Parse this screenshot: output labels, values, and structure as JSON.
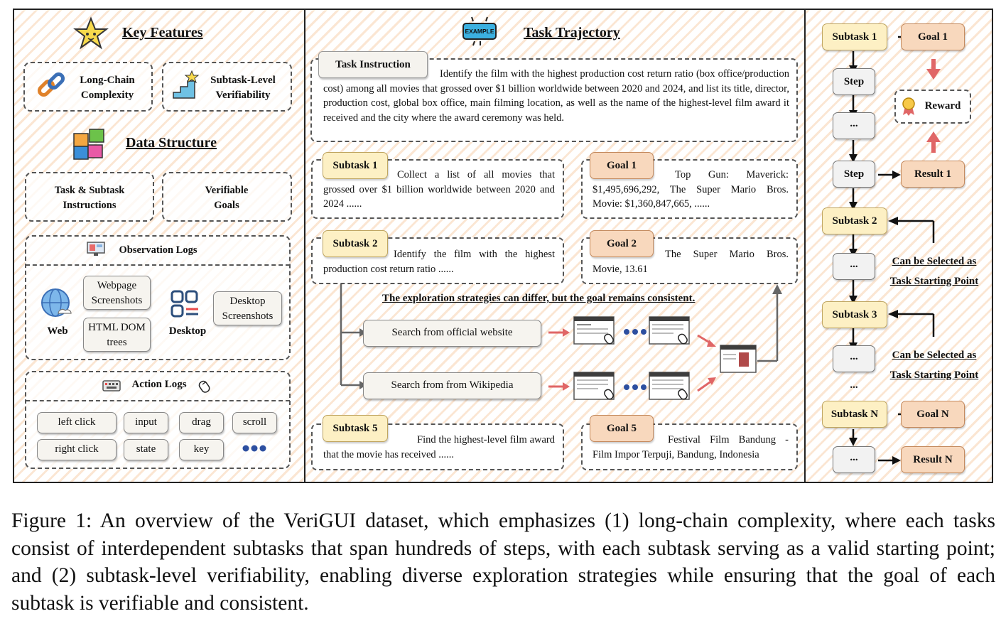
{
  "left": {
    "key_features_title": "Key Features",
    "feature_1": "Long-Chain Complexity",
    "feature_2": "Subtask-Level Verifiability",
    "data_structure_title": "Data Structure",
    "ds_1": "Task & Subtask Instructions",
    "ds_2": "Verifiable Goals",
    "observation_title": "Observation Logs",
    "web_label": "Web",
    "desktop_label": "Desktop",
    "webpage_screenshots": "Webpage Screenshots",
    "html_dom": "HTML DOM trees",
    "desktop_screenshots": "Desktop Screenshots",
    "action_title": "Action Logs",
    "actions": [
      "left click",
      "input",
      "drag",
      "scroll",
      "right click",
      "state",
      "key"
    ]
  },
  "middle": {
    "example_badge": "EXAMPLE",
    "title": "Task Trajectory",
    "task_instruction_label": "Task Instruction",
    "task_instruction_text": "Identify the film with the highest production cost return ratio (box office/production cost) among all movies that grossed over $1 billion worldwide between 2020 and 2024, and list its title, director, production cost, global box office, main filming location, as well as the name of the highest-level film award it received and the city where the award ceremony was held.",
    "subtask1_label": "Subtask 1",
    "subtask1_text": "Collect a list of all movies that grossed over $1 billion worldwide between 2020 and 2024 ......",
    "goal1_label": "Goal 1",
    "goal1_text": "Top Gun: Maverick: $1,495,696,292, The Super Mario Bros. Movie: $1,360,847,665, ......",
    "subtask2_label": "Subtask 2",
    "subtask2_text": "Identify the film with the highest production cost return ratio ......",
    "goal2_label": "Goal 2",
    "goal2_text": "The Super Mario Bros. Movie, 13.61",
    "strategy_note": "The exploration strategies can differ, but the goal remains consistent.",
    "strategy_1": "Search from official website",
    "strategy_2": "Search from from Wikipedia",
    "subtask5_label": "Subtask 5",
    "subtask5_text": "Find the highest-level film award that the movie has received ......",
    "goal5_label": "Goal 5",
    "goal5_text": "Festival Film Bandung - Film Impor Terpuji, Bandung, Indonesia"
  },
  "right": {
    "subtask1": "Subtask 1",
    "goal1": "Goal 1",
    "step": "Step",
    "ellipsis": "...",
    "reward": "Reward",
    "result1": "Result 1",
    "subtask2": "Subtask 2",
    "selectable": "Can be Selected as Task Starting Point",
    "subtask3": "Subtask 3",
    "subtaskN": "Subtask N",
    "goalN": "Goal N",
    "resultN": "Result N"
  },
  "caption": "Figure 1: An overview of the VeriGUI dataset, which emphasizes (1) long-chain complexity, where each tasks consist of interdependent subtasks that span hundreds of steps, with each subtask serving as a valid starting point; and (2) subtask-level verifiability, enabling diverse exploration strategies while ensuring that the goal of each subtask is verifiable and consistent.",
  "colors": {
    "subtask": "#fdf0c4",
    "goal": "#f8d8bd",
    "arrow_red": "#e06666",
    "border": "#222222"
  }
}
